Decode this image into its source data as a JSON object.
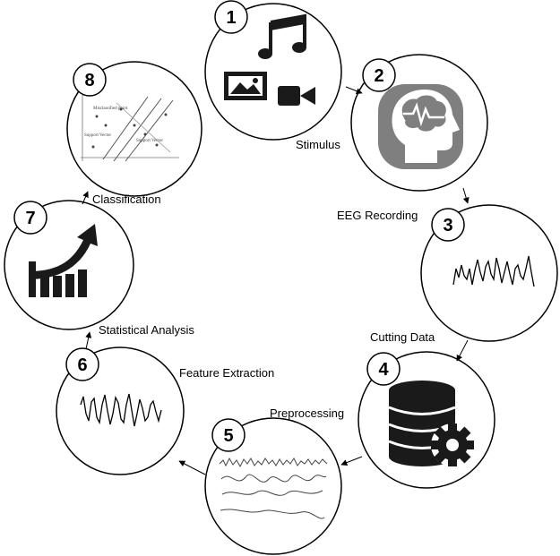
{
  "steps": [
    {
      "number": "1",
      "label": "Stimulus",
      "icon": "stimulus-media-icons"
    },
    {
      "number": "2",
      "label": "EEG Recording",
      "icon": "brain-head-icon"
    },
    {
      "number": "3",
      "label": "Cutting Data",
      "icon": "eeg-signal-icon"
    },
    {
      "number": "4",
      "label": "Preprocessing",
      "icon": "database-gear-icon"
    },
    {
      "number": "5",
      "label": "Feature Extraction",
      "icon": "multi-signal-icon"
    },
    {
      "number": "6",
      "label": "Statistical Analysis",
      "icon": "signal-wave-icon"
    },
    {
      "number": "7",
      "label": "Classification",
      "icon": "bar-chart-arrow-icon"
    },
    {
      "number": "8",
      "label": "",
      "icon": "svm-plot-icon"
    }
  ],
  "svm_plot": {
    "labels": [
      "Misclassified point",
      "Support Vector",
      "Support Vector"
    ]
  },
  "colors": {
    "line": "#000000",
    "icon_dark": "#1a1a1a",
    "brain_bg": "#7f7f7f",
    "gear": "#ffffff"
  }
}
